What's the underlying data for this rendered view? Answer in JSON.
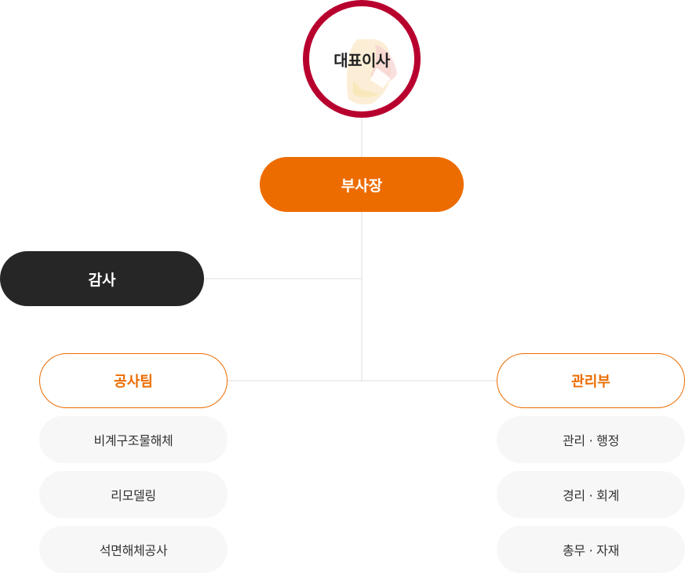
{
  "org_chart": {
    "ceo": {
      "label": "대표이사"
    },
    "vice_president": {
      "label": "부사장"
    },
    "audit": {
      "label": "감사"
    },
    "departments": [
      {
        "label": "공사팀",
        "items": [
          "비계구조물해체",
          "리모델링",
          "석면해체공사"
        ]
      },
      {
        "label": "관리부",
        "items": [
          "관리 · 행정",
          "경리 · 회계",
          "총무 · 자재"
        ]
      }
    ]
  },
  "colors": {
    "ceo_ring": "#b8002e",
    "accent_orange": "#ed6c00",
    "audit_dark": "#262626",
    "connector_line": "#dddddd",
    "sub_item_bg": "#f7f7f7"
  }
}
